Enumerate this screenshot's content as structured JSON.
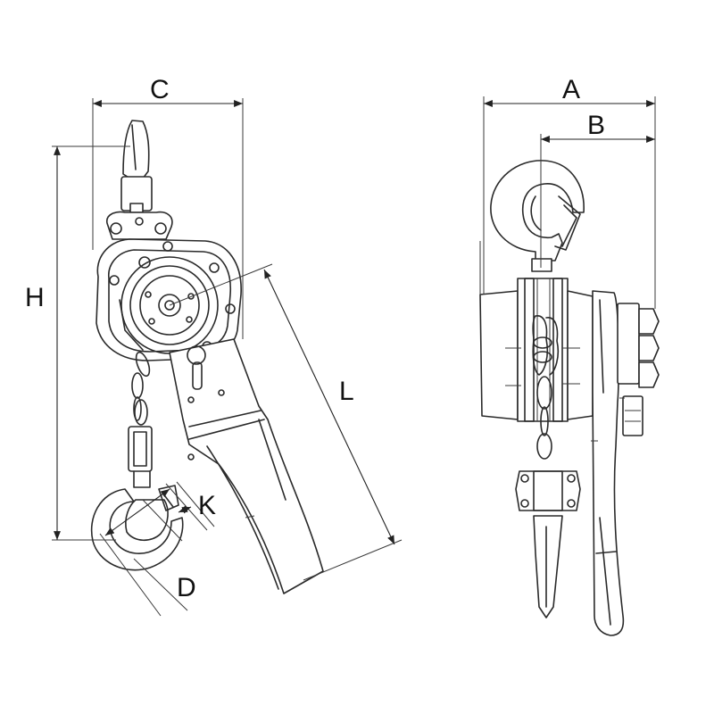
{
  "labels": {
    "A": "A",
    "B": "B",
    "C": "C",
    "D": "D",
    "H": "H",
    "K": "K",
    "L": "L"
  },
  "colors": {
    "line": "#2a2a2a",
    "background": "#ffffff"
  }
}
